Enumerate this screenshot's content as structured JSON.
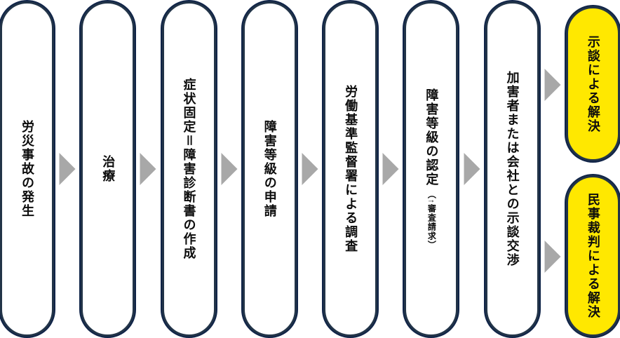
{
  "colors": {
    "background": "#ffffff",
    "box_fill": "#ffffff",
    "outcome_fill": "#ffe800",
    "border_navy": "#223448",
    "border_edge_blue": "#102448",
    "arrow_gray": "#a8a8a8",
    "text": "#0d0d0d"
  },
  "icons": {
    "flow_arrow": "arrow-right-icon"
  },
  "steps": [
    {
      "label": "労災事故の発生"
    },
    {
      "label": "治療"
    },
    {
      "label": "症状固定＝障害診断書の作成"
    },
    {
      "label": "障害等級の申請"
    },
    {
      "label": "労働基準監督署による調査"
    },
    {
      "label": "障害等級の認定",
      "annotation": "（↑審査請求）"
    },
    {
      "label": "加害者または会社との示談交渉"
    }
  ],
  "outcomes": [
    {
      "label": "示談による解決"
    },
    {
      "label": "民事裁判による解決"
    }
  ]
}
